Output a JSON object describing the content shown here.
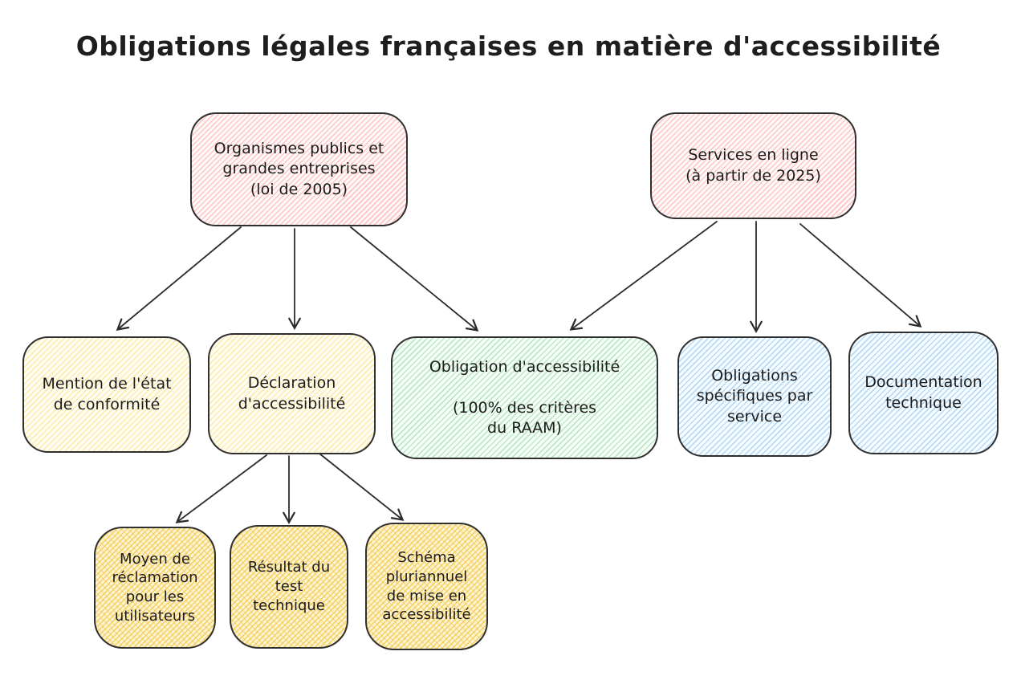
{
  "title": "Obligations légales françaises en matière d'accessibilité",
  "colors": {
    "stroke": "#1e1e1e",
    "pink": "#ffc9c9",
    "yellow": "#ffec99",
    "gold": "#ffd43b",
    "green": "#b2f2bb",
    "blue": "#a5d8ff",
    "background": "#ffffff"
  },
  "nodes": [
    {
      "id": "organismes",
      "color": "pink",
      "label": "Organismes publics et\ngrandes entreprises\n(loi de 2005)"
    },
    {
      "id": "services",
      "color": "pink",
      "label": "Services en ligne\n(à partir de 2025)"
    },
    {
      "id": "mention",
      "color": "yellow",
      "label": "Mention de l'état\nde conformité"
    },
    {
      "id": "declaration",
      "color": "yellow",
      "label": "Déclaration\nd'accessibilité"
    },
    {
      "id": "obligation",
      "color": "green",
      "label": "Obligation d'accessibilité\n\n(100% des critères\ndu RAAM)"
    },
    {
      "id": "specifiques",
      "color": "blue",
      "label": "Obligations\nspécifiques par\nservice"
    },
    {
      "id": "documentation",
      "color": "blue",
      "label": "Documentation\ntechnique"
    },
    {
      "id": "moyen",
      "color": "gold",
      "label": "Moyen de\nréclamation\npour les\nutilisateurs"
    },
    {
      "id": "resultat",
      "color": "gold",
      "label": "Résultat du\ntest\ntechnique"
    },
    {
      "id": "schema",
      "color": "gold",
      "label": "Schéma\npluriannuel\nde mise en\naccessibilité"
    }
  ],
  "edges": [
    {
      "from": "organismes",
      "to": "mention"
    },
    {
      "from": "organismes",
      "to": "declaration"
    },
    {
      "from": "organismes",
      "to": "obligation"
    },
    {
      "from": "services",
      "to": "obligation"
    },
    {
      "from": "services",
      "to": "specifiques"
    },
    {
      "from": "services",
      "to": "documentation"
    },
    {
      "from": "declaration",
      "to": "moyen"
    },
    {
      "from": "declaration",
      "to": "resultat"
    },
    {
      "from": "declaration",
      "to": "schema"
    }
  ]
}
